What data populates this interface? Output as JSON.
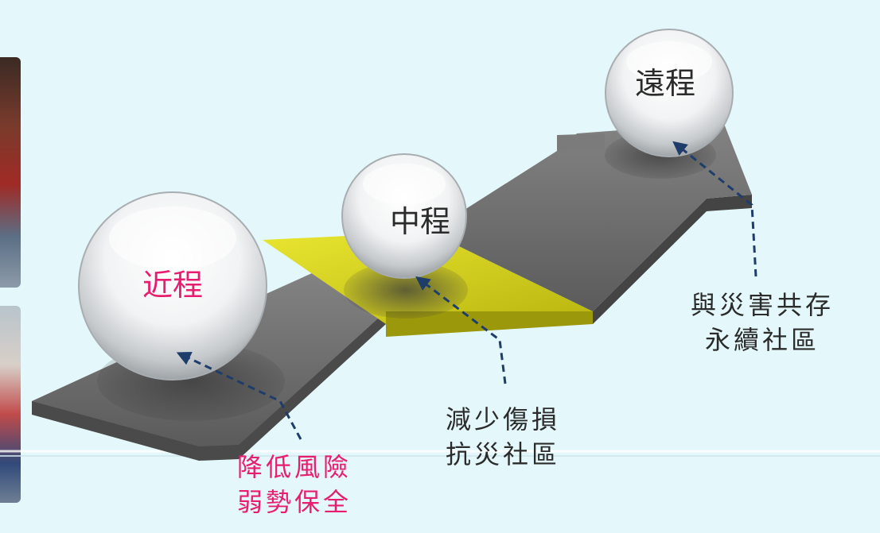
{
  "colors": {
    "background": "#e4f8fb",
    "arrow_gray": "#6b6b6b",
    "arrow_yellow": "#d8d41a",
    "label_pink": "#e81d6f",
    "label_dark": "#2b2b2b",
    "pointer_blue": "#1f3d6b"
  },
  "stages": [
    {
      "id": "near",
      "sphere_label": "近程",
      "goal_lines": [
        "降低風險",
        "弱勢保全"
      ]
    },
    {
      "id": "mid",
      "sphere_label": "中程",
      "goal_lines": [
        "減少傷損",
        "抗災社區"
      ]
    },
    {
      "id": "far",
      "sphere_label": "遠程",
      "goal_lines": [
        "與災害共存",
        "永續社區"
      ]
    }
  ]
}
